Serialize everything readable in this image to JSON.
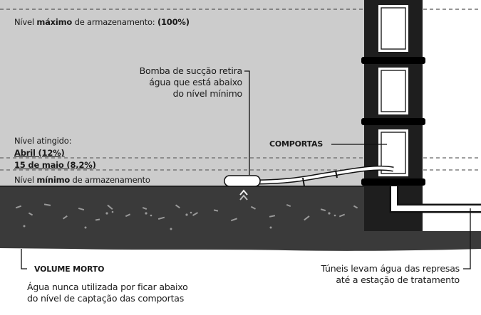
{
  "colors": {
    "reservoir_water": "#cccccc",
    "dead_volume": "#3a3a3a",
    "tower": "#1e1e1e",
    "window": "#ffffff",
    "pipe": "#ffffff",
    "text": "#1a1a1a"
  },
  "levels": {
    "max_label_pre": "Nível ",
    "max_label_bold": "máximo",
    "max_label_post": " de armazenamento: ",
    "max_value": "(100%)",
    "reached_title": "Nível atingido:",
    "reached_april": "Abril (12%)",
    "reached_may": "15 de maio (8,2%)",
    "min_label_pre": "Nível ",
    "min_label_bold": "mínimo",
    "min_label_post": " de armazenamento"
  },
  "pump": {
    "line1": "Bomba de sucção retira",
    "line2": "água que está abaixo",
    "line3": "do nível mínimo"
  },
  "gates": {
    "label": "COMPORTAS"
  },
  "dead_volume": {
    "title": "VOLUME MORTO",
    "desc_line1": "Água nunca utilizada por ficar abaixo",
    "desc_line2": "do nível de captação das comportas"
  },
  "tunnels": {
    "line1": "Túneis levam água das represas",
    "line2": "até a estação de tratamento"
  }
}
